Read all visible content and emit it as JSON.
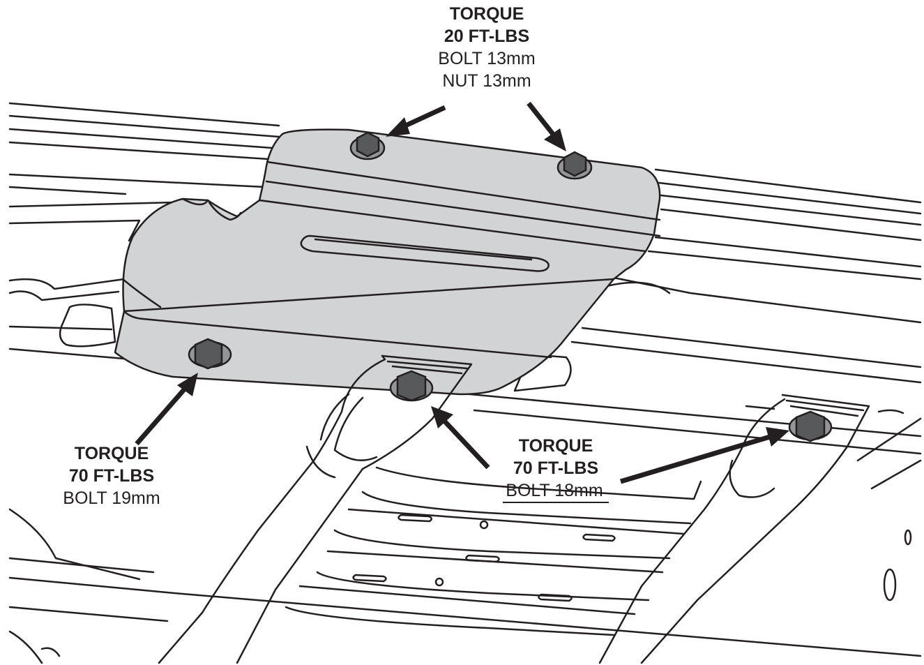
{
  "colors": {
    "line": "#231f20",
    "plate_fill": "#d1d3d4",
    "fastener_fill": "#58595b",
    "background": "#ffffff"
  },
  "callouts": {
    "top": {
      "line1": "TORQUE",
      "line2": "20 FT-LBS",
      "line3": "BOLT 13mm",
      "line4": "NUT 13mm"
    },
    "left": {
      "line1": "TORQUE",
      "line2": "70 FT-LBS",
      "line3": "BOLT 19mm"
    },
    "right": {
      "line1": "TORQUE",
      "line2": "70 FT-LBS",
      "line3": "BOLT 18mm"
    }
  },
  "icons": [
    "hex-bolt-icon",
    "hex-nut-icon",
    "arrow-icon"
  ]
}
